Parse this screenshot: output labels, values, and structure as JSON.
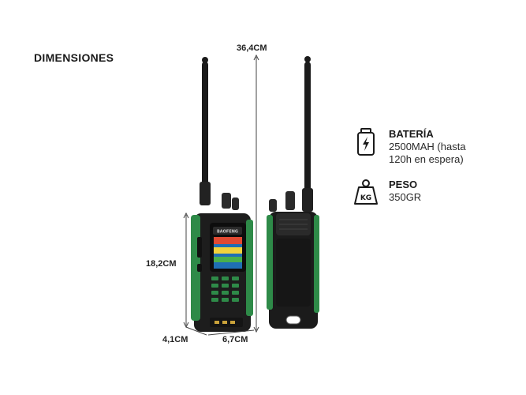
{
  "page": {
    "title": "DIMENSIONES"
  },
  "dimensions": {
    "height_total": "36,4CM",
    "height_body": "18,2CM",
    "depth": "4,1CM",
    "width": "6,7CM"
  },
  "specs": [
    {
      "icon": "battery-icon",
      "label": "BATERÍA",
      "value_line1": "2500MAH (hasta",
      "value_line2": "120h en espera)"
    },
    {
      "icon": "weight-icon",
      "label": "PESO",
      "value_line1": "350GR",
      "value_line2": ""
    }
  ],
  "icon_text": {
    "weight": "KG"
  },
  "brand_text": "BAOFENG",
  "colors": {
    "accent": "#2e8a48",
    "body": "#1b1b1b",
    "text": "#1a1a1a"
  }
}
